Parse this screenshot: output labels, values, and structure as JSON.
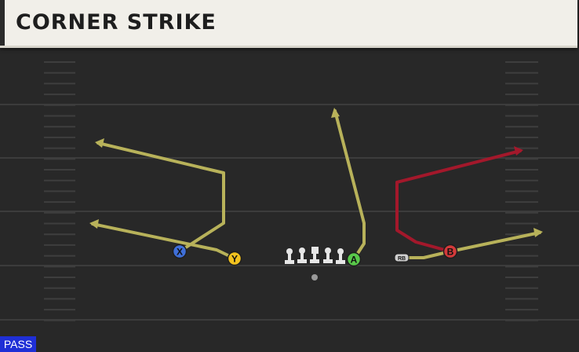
{
  "play": {
    "title": "CORNER STRIKE",
    "type": "PASS"
  },
  "players": {
    "x": {
      "label": "X",
      "color": "#3f6fd8"
    },
    "y": {
      "label": "Y",
      "color": "#f2c21f"
    },
    "a": {
      "label": "A",
      "color": "#59c94a"
    },
    "b": {
      "label": "B",
      "color": "#d33a3a"
    },
    "rb": {
      "label": "RB",
      "color": "#cfcfcf"
    }
  },
  "colors": {
    "field": "#282828",
    "yard_line": "#3c3c3c",
    "route_primary": "#b8b25a",
    "route_highlight": "#a3182b",
    "lineman": "#e6e6e6"
  }
}
